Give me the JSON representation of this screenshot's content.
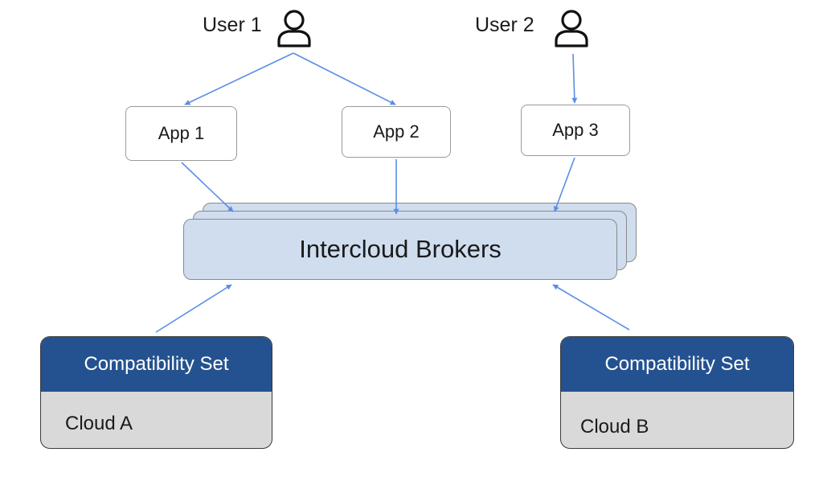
{
  "users": [
    {
      "label": "User 1",
      "icon": "user-icon"
    },
    {
      "label": "User 2",
      "icon": "user-icon"
    }
  ],
  "apps": [
    {
      "label": "App 1"
    },
    {
      "label": "App 2"
    },
    {
      "label": "App 3"
    }
  ],
  "broker": {
    "label": "Intercloud Brokers"
  },
  "clouds": [
    {
      "header": "Compatibility Set",
      "name": "Cloud A"
    },
    {
      "header": "Compatibility Set",
      "name": "Cloud B"
    }
  ],
  "colors": {
    "arrow": "#5b8ee6",
    "broker_fill": "#cfddef",
    "compat_fill": "#245290",
    "cloud_fill": "#d9d9d9"
  }
}
